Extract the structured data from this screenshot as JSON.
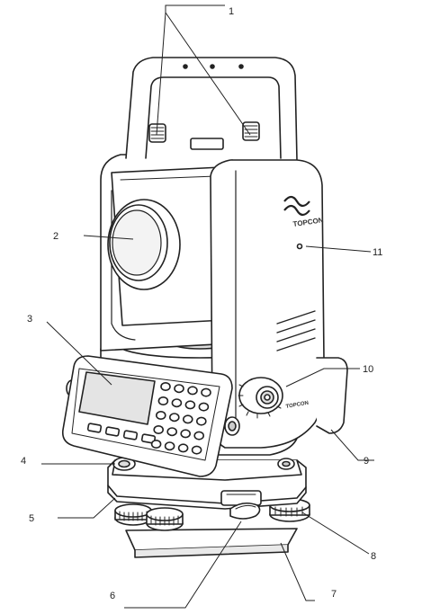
{
  "diagram": {
    "callouts": [
      {
        "id": "1",
        "label": "1"
      },
      {
        "id": "2",
        "label": "2"
      },
      {
        "id": "3",
        "label": "3"
      },
      {
        "id": "4",
        "label": "4"
      },
      {
        "id": "5",
        "label": "5"
      },
      {
        "id": "6",
        "label": "6"
      },
      {
        "id": "7",
        "label": "7"
      },
      {
        "id": "8",
        "label": "8"
      },
      {
        "id": "9",
        "label": "9"
      },
      {
        "id": "10",
        "label": "10"
      },
      {
        "id": "11",
        "label": "11"
      }
    ],
    "brand": {
      "upper_logo_text": "TOPCON",
      "lower_logo_text": "TOPCON"
    },
    "colors": {
      "line": "#222222",
      "body": "#ffffff",
      "screen": "#e4e4e4",
      "shade": "#cfcfcf"
    }
  }
}
